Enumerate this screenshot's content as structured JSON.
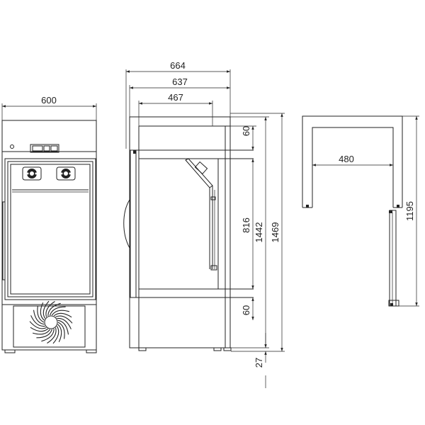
{
  "dimensions": {
    "front_width": "600",
    "overall_depth": "664",
    "body_depth": "637",
    "inner_depth": "467",
    "top_panel": "60",
    "door_height": "816",
    "body_height": "1442",
    "overall_height": "1469",
    "bottom_panel": "60",
    "feet": "27",
    "door_inner_width": "480",
    "door_height_plan": "1195"
  },
  "icons": {
    "fan": "fan-icon",
    "gauge": "gauge-icon",
    "arrow": "arrowhead-icon"
  }
}
